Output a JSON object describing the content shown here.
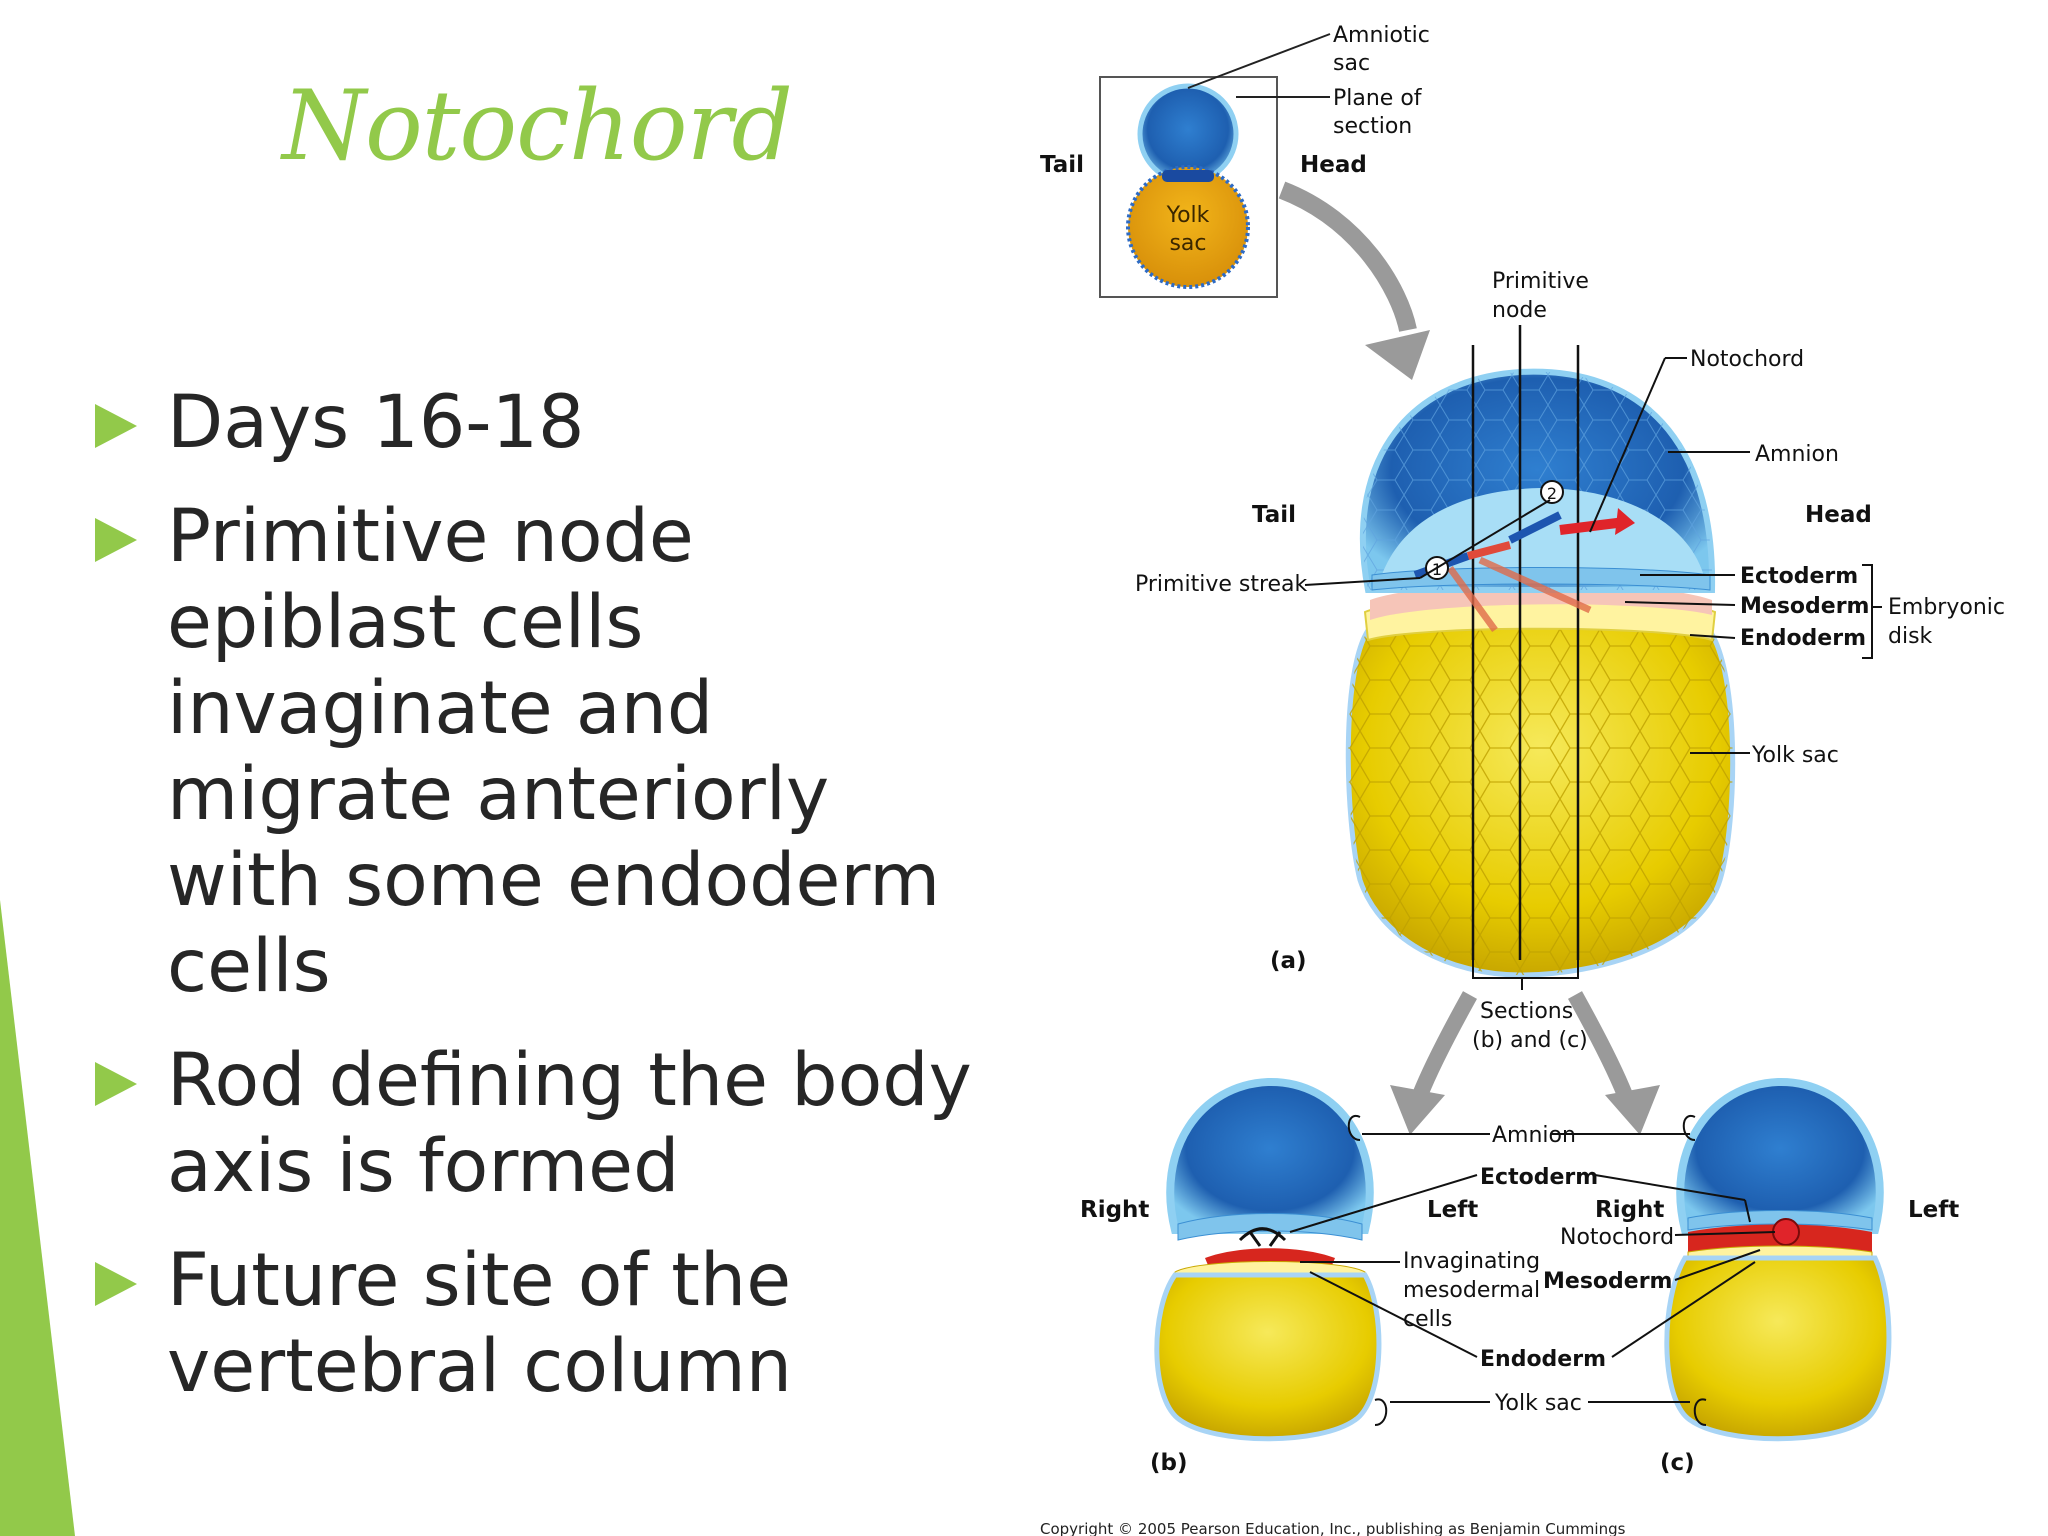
{
  "slide": {
    "title": "Notochord",
    "bullets": [
      "Days 16-18",
      "Primitive node epiblast cells invaginate and migrate anteriorly with some endoderm cells",
      "Rod defining the body axis is formed",
      "Future site of the vertebral column"
    ]
  },
  "figure": {
    "inset": {
      "amniotic_sac_1": "Amniotic",
      "amniotic_sac_2": "sac",
      "plane_1": "Plane of",
      "plane_2": "section",
      "tail": "Tail",
      "head": "Head",
      "yolk_1": "Yolk",
      "yolk_2": "sac"
    },
    "panel_a": {
      "primitive_node_1": "Primitive",
      "primitive_node_2": "node",
      "notochord": "Notochord",
      "amnion": "Amnion",
      "tail": "Tail",
      "head": "Head",
      "primitive_streak": "Primitive streak",
      "step_1": "1",
      "step_2": "2",
      "ectoderm": "Ectoderm",
      "mesoderm": "Mesoderm",
      "endoderm": "Endoderm",
      "embryonic_disk_1": "Embryonic",
      "embryonic_disk_2": "disk",
      "yolk_sac": "Yolk sac",
      "label": "(a)",
      "sections_1": "Sections",
      "sections_2": "(b) and (c)"
    },
    "panels_bc": {
      "amnion": "Amnion",
      "ectoderm": "Ectoderm",
      "b_right": "Right",
      "b_left": "Left",
      "c_right": "Right",
      "c_left": "Left",
      "notochord": "Notochord",
      "invaginating_1": "Invaginating",
      "invaginating_2": "mesodermal",
      "invaginating_3": "cells",
      "mesoderm": "Mesoderm",
      "endoderm": "Endoderm",
      "yolk_sac": "Yolk sac",
      "label_b": "(b)",
      "label_c": "(c)"
    },
    "copyright": "Copyright © 2005 Pearson Education, Inc., publishing as Benjamin Cummings"
  },
  "colors": {
    "accent": "#92c94a",
    "text": "#262626",
    "blue": "#1e6fc0",
    "yellow": "#e8c600",
    "red": "#d7261e"
  }
}
